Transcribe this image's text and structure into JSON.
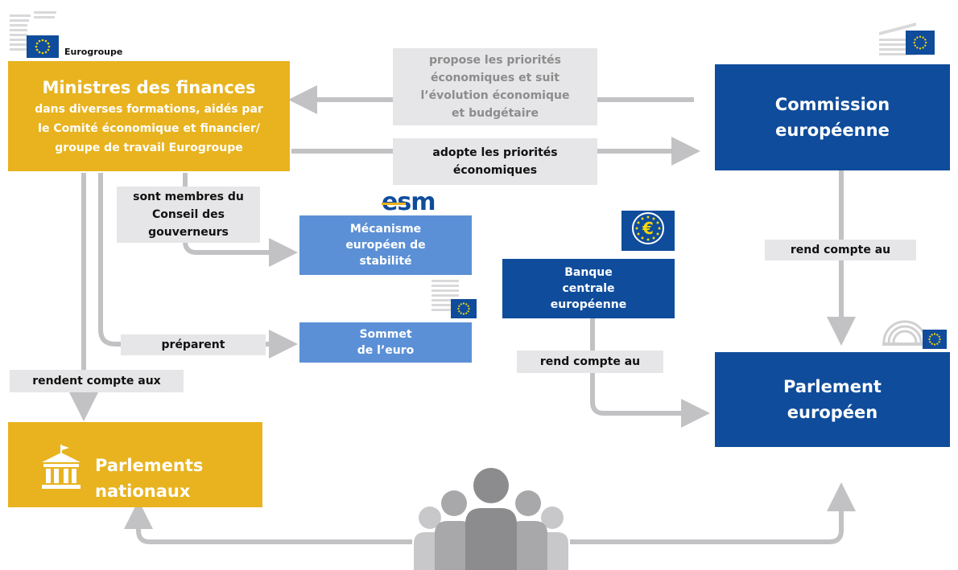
{
  "eurogroup": {
    "tag": "Eurogroupe",
    "title": "Ministres des finances",
    "lines": [
      "dans diverses formations, aidés par",
      "le Comité économique et financier/",
      "groupe de travail Eurogroupe"
    ]
  },
  "commission": {
    "lines": [
      "Commission",
      "européenne"
    ]
  },
  "esm": {
    "logo": "esm",
    "lines": [
      "Mécanisme",
      "européen de",
      "stabilité"
    ]
  },
  "summit": {
    "lines": [
      "Sommet",
      "de l’euro"
    ]
  },
  "ecb": {
    "lines": [
      "Banque",
      "centrale",
      "européenne"
    ]
  },
  "parliament": {
    "lines": [
      "Parlement",
      "européen"
    ]
  },
  "national": {
    "lines": [
      "Parlements",
      "nationaux"
    ]
  },
  "labels": {
    "propose": [
      "propose les priorités",
      "économiques et suit",
      "l’évolution économique",
      "et budgétaire"
    ],
    "adopte": [
      "adopte les priorités",
      "économiques"
    ],
    "membres": [
      "sont membres du",
      "Conseil des",
      "gouverneurs"
    ],
    "preparent": "préparent",
    "rendent": "rendent compte aux",
    "rend_commission": "rend compte au",
    "rend_ecb": "rend compte au"
  },
  "colors": {
    "yellow": "#E8B31E",
    "navy": "#0F4C9B",
    "light_blue": "#5B90D6",
    "arrow_grey": "#C2C2C4",
    "label_bg": "#E6E6E8"
  },
  "icons": [
    "eu-flag-icon",
    "building-icon",
    "euro-coin-icon",
    "hemicycle-icon",
    "citizens-group-icon"
  ]
}
